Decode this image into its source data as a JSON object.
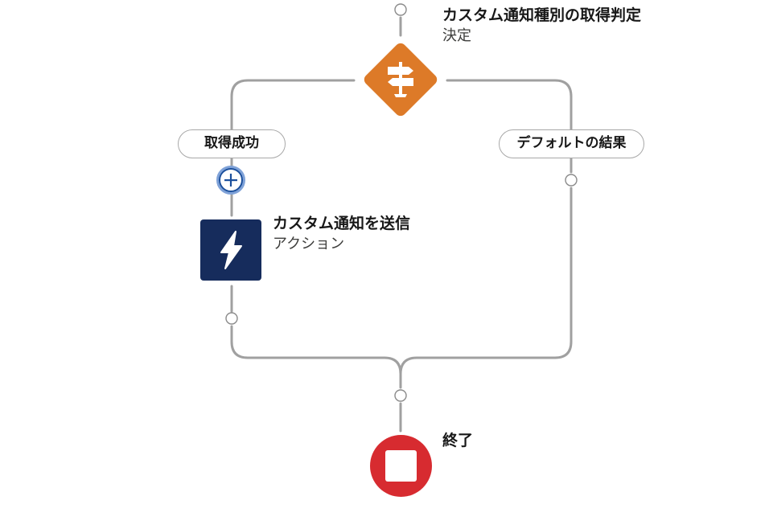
{
  "flow": {
    "decision": {
      "title": "カスタム通知種別の取得判定",
      "subtitle": "決定",
      "icon": "signpost-icon",
      "color": "#dd7a28"
    },
    "outcomes": {
      "success_label": "取得成功",
      "default_label": "デフォルトの結果"
    },
    "action": {
      "title": "カスタム通知を送信",
      "subtitle": "アクション",
      "icon": "lightning-bolt-icon",
      "color": "#162c5c"
    },
    "end": {
      "title": "終了",
      "icon": "stop-icon",
      "color": "#d72b30"
    },
    "add_element": {
      "icon": "plus-circle-icon",
      "color": "#1b4f9c"
    },
    "connector_color": "#a0a0a0"
  }
}
